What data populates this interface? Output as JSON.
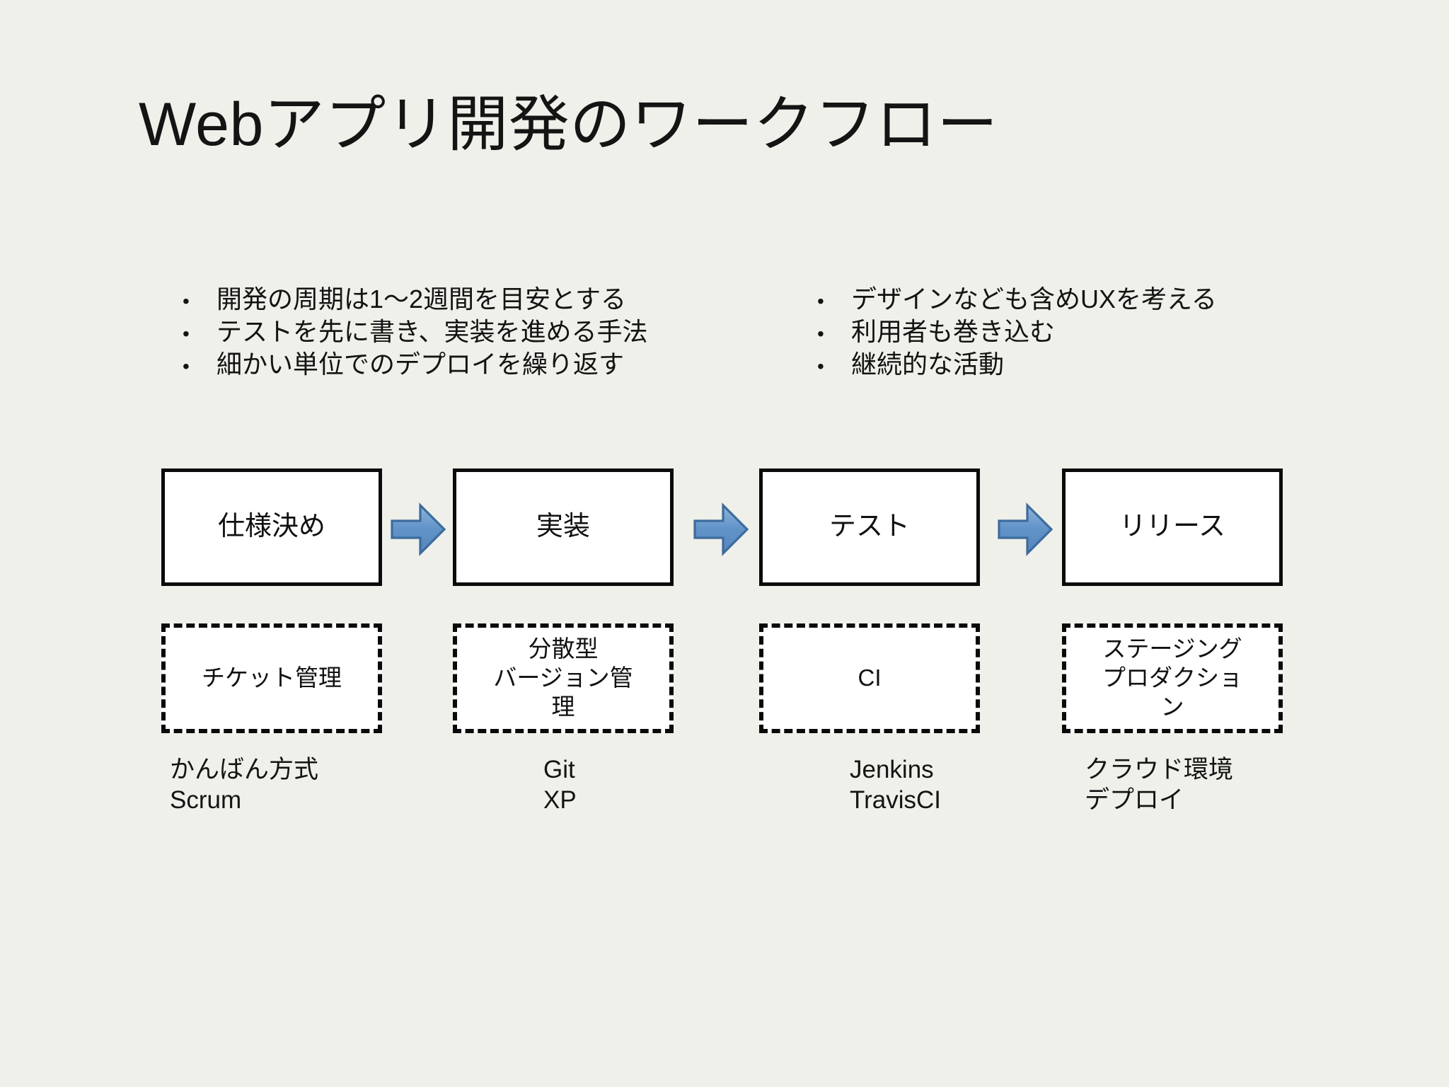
{
  "slide": {
    "title": "Webアプリ開発のワークフロー",
    "background_color": "#f0f0ea",
    "text_color": "#111111"
  },
  "bullets": {
    "marker": "•",
    "left_column": [
      "開発の周期は1〜2週間を目安とする",
      "テストを先に書き、実装を進める手法",
      "細かい単位でのデプロイを繰り返す"
    ],
    "right_column": [
      "デザインなども含めUXを考える",
      "利用者も巻き込む",
      "継続的な活動"
    ]
  },
  "flow": {
    "arrow_fill_color": "#6294c9",
    "arrow_stroke_color": "#3c6c9e",
    "box_border_color": "#0a0a0a",
    "box_fill_color": "#ffffff",
    "arrows": [
      "flow-arrow-1",
      "flow-arrow-2",
      "flow-arrow-3"
    ],
    "stages": [
      {
        "stage": "仕様決め",
        "tool": "チケット管理",
        "notes": [
          "かんばん方式",
          "Scrum"
        ]
      },
      {
        "stage": "実装",
        "tool": "分散型\nバージョン管\n理",
        "notes": [
          "Git",
          "XP"
        ]
      },
      {
        "stage": "テスト",
        "tool": "CI",
        "notes": [
          "Jenkins",
          "TravisCI"
        ]
      },
      {
        "stage": "リリース",
        "tool": "ステージング\nプロダクショ\nン",
        "notes": [
          "クラウド環境",
          "デプロイ"
        ]
      }
    ]
  }
}
